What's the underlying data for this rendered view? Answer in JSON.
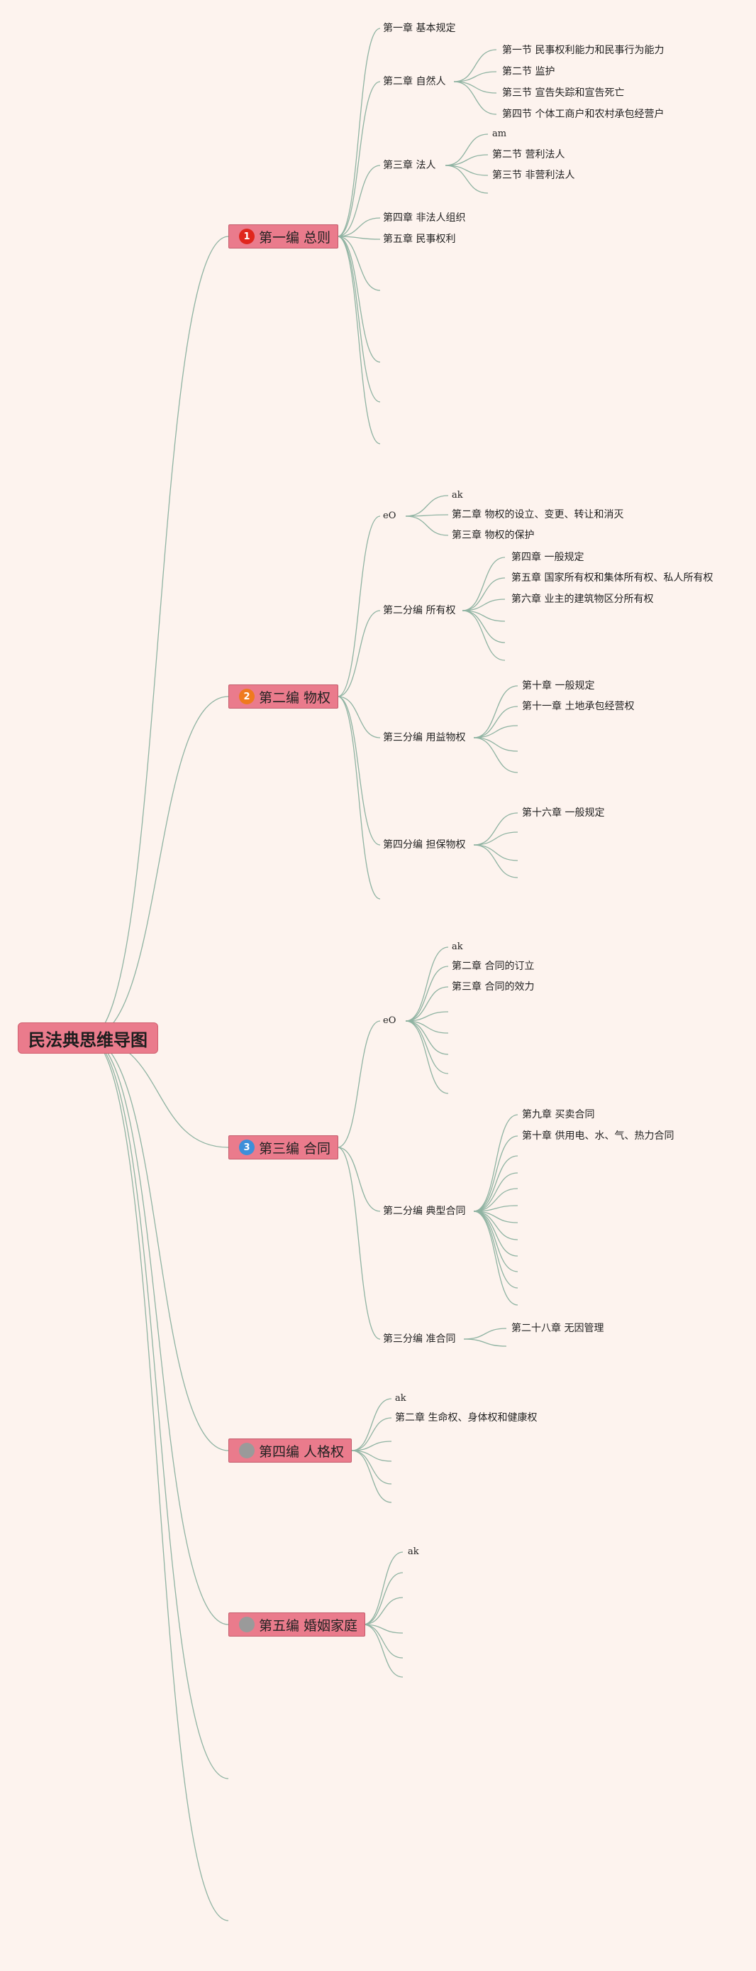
{
  "root": {
    "label": "民法典思维导图"
  },
  "parts": [
    {
      "badge": "1",
      "badge_color": "#e0261d",
      "label": "第一编 总则",
      "items": [
        {
          "label": "第一章 基本规定"
        },
        {
          "label": "第二章 自然人",
          "children": [
            "第一节 民事权利能力和民事行为能力",
            "第二节 监护",
            "第三节 宣告失踪和宣告死亡",
            "第四节 个体工商户和农村承包经营户"
          ]
        },
        {
          "label": "第三章 法人",
          "children": [
            "am",
            "第二节 营利法人",
            "第三节 非营利法人"
          ]
        },
        {
          "label": "第四章 非法人组织"
        },
        {
          "label": "第五章 民事权利"
        }
      ]
    },
    {
      "badge": "2",
      "badge_color": "#ef7a1e",
      "label": "第二编 物权",
      "items": [
        {
          "label": "eO",
          "children": [
            "ak",
            "第二章 物权的设立、变更、转让和消灭",
            "第三章 物权的保护"
          ]
        },
        {
          "label": "第二分编 所有权",
          "children": [
            "第四章 一般规定",
            "第五章 国家所有权和集体所有权、私人所有权",
            "第六章 业主的建筑物区分所有权"
          ]
        },
        {
          "label": "第三分编 用益物权",
          "children": [
            "第十章 一般规定",
            "第十一章 土地承包经营权"
          ]
        },
        {
          "label": "第四分编 担保物权",
          "children": [
            "第十六章 一般规定"
          ]
        }
      ]
    },
    {
      "badge": "3",
      "badge_color": "#3d8fd9",
      "label": "第三编 合同",
      "items": [
        {
          "label": "eO",
          "children": [
            "ak",
            "第二章 合同的订立",
            "第三章 合同的效力"
          ]
        },
        {
          "label": "第二分编 典型合同",
          "children": [
            "第九章 买卖合同",
            "第十章 供用电、水、气、热力合同"
          ]
        },
        {
          "label": "第三分编 准合同",
          "children": [
            "第二十八章 无因管理"
          ]
        }
      ]
    },
    {
      "badge": "",
      "badge_color": "#9a9a9a",
      "label": "第四编 人格权",
      "items": [
        {
          "label": "ak"
        },
        {
          "label": "第二章 生命权、身体权和健康权"
        }
      ]
    },
    {
      "badge": "",
      "badge_color": "#9a9a9a",
      "label": "第五编 婚姻家庭",
      "items": [
        {
          "label": "ak"
        }
      ]
    }
  ],
  "colors": {
    "background": "#fdf3ee",
    "node_fill": "#ea7b8c",
    "connector": "#8fb3a2"
  }
}
